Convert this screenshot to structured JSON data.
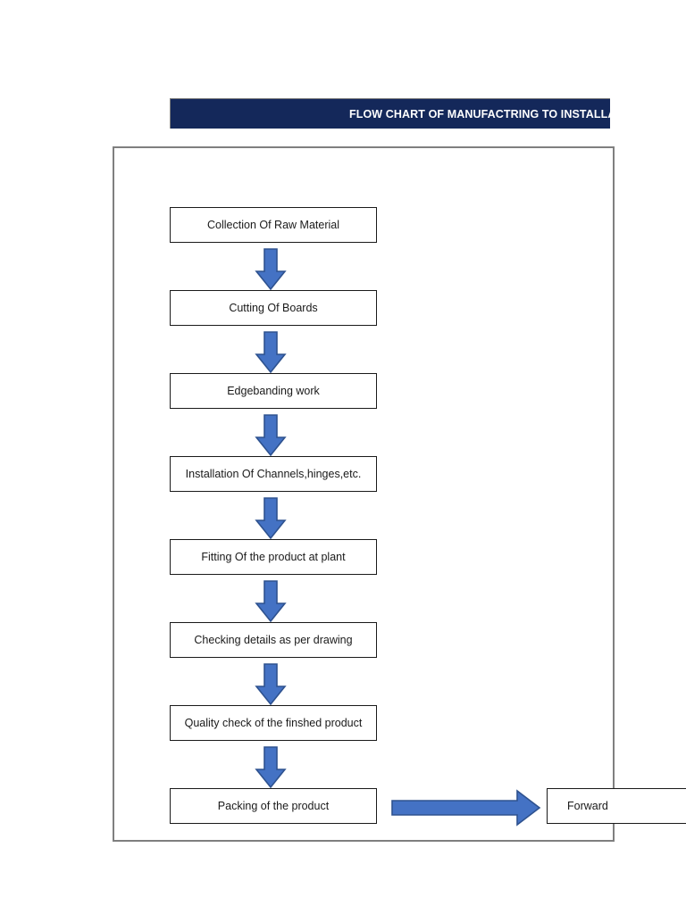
{
  "banner": {
    "title": "FLOW CHART OF MANUFACTRING TO INSTALLATION PROCESS",
    "background_color": "#14285A",
    "text_color": "#FFFFFF"
  },
  "theme": {
    "arrow_fill": "#4472C4",
    "arrow_stroke": "#2E528F",
    "box_border": "#1A1A1A",
    "box_fill": "#FFFFFF",
    "frame_border": "#7F7F7F"
  },
  "flow": {
    "steps": [
      {
        "id": "step-1",
        "label": "Collection Of Raw Material"
      },
      {
        "id": "step-2",
        "label": "Cutting Of Boards"
      },
      {
        "id": "step-3",
        "label": "Edgebanding work"
      },
      {
        "id": "step-4",
        "label": "Installation Of Channels,hinges,etc."
      },
      {
        "id": "step-5",
        "label": "Fitting Of the product at plant"
      },
      {
        "id": "step-6",
        "label": "Checking details as per drawing"
      },
      {
        "id": "step-7",
        "label": "Quality check of the finshed product"
      },
      {
        "id": "step-8",
        "label": "Packing of the product"
      }
    ],
    "branch": {
      "id": "step-9",
      "label": "Forward",
      "connector": "arrow-right"
    },
    "connectors": [
      {
        "from": "step-1",
        "to": "step-2",
        "direction": "down"
      },
      {
        "from": "step-2",
        "to": "step-3",
        "direction": "down"
      },
      {
        "from": "step-3",
        "to": "step-4",
        "direction": "down"
      },
      {
        "from": "step-4",
        "to": "step-5",
        "direction": "down"
      },
      {
        "from": "step-5",
        "to": "step-6",
        "direction": "down"
      },
      {
        "from": "step-6",
        "to": "step-7",
        "direction": "down"
      },
      {
        "from": "step-7",
        "to": "step-8",
        "direction": "down"
      },
      {
        "from": "step-8",
        "to": "step-9",
        "direction": "right"
      }
    ]
  }
}
